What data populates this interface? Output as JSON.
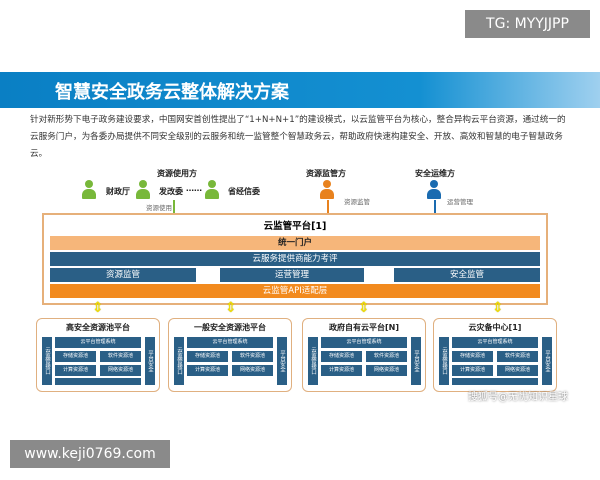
{
  "watermarks": {
    "tg": "TG: MYYJJPP",
    "site": "www.keji0769.com",
    "sohu": "搜狐号@无忧知识星球"
  },
  "title": "智慧安全政务云整体解决方案",
  "intro": "针对新形势下电子政务建设要求，中国网安首创性提出了“1+N+N+1”的建设模式，以云监管平台为核心，整合异构云平台资源，通过统一的云服务门户，为各委办局提供不同安全级别的云服务和统一监管整个智慧政务云，帮助政府快速构建安全、开放、高效和智慧的电子智慧政务云。",
  "roles": {
    "users": {
      "title": "资源使用方",
      "items": [
        "财政厅",
        "发改委",
        "……",
        "省经信委"
      ],
      "action": "资源使用",
      "color": "#78b83a"
    },
    "supervisor": {
      "title": "资源监管方",
      "action": "资源监管",
      "color": "#e8821e"
    },
    "ops": {
      "title": "安全运维方",
      "action": "运营管理",
      "color": "#1a6bb0"
    }
  },
  "platform": {
    "title": "云监管平台[1]",
    "portal": "统一门户",
    "eval": "云服务提供商能力考评",
    "modules": [
      "资源监管",
      "运营管理",
      "安全监管"
    ],
    "api": "云监管API适配层"
  },
  "pools": [
    {
      "title": "高安全资源池平台",
      "left": "云监管接口",
      "mgmt": "云平台管理系统",
      "cells": [
        "存储资源池",
        "软件资源池",
        "计算资源池",
        "网络资源池"
      ],
      "right": "平台安全",
      "extra": true
    },
    {
      "title": "一般安全资源池平台",
      "left": "云监管接口",
      "mgmt": "云平台管理系统",
      "cells": [
        "存储资源池",
        "软件资源池",
        "计算资源池",
        "网络资源池"
      ],
      "right": "平台安全",
      "extra": false
    },
    {
      "title": "政府自有云平台[N]",
      "left": "云监管接口",
      "mgmt": "云平台管理系统",
      "cells": [
        "存储资源池",
        "软件资源池",
        "计算资源池",
        "网络资源池"
      ],
      "right": "平台安全",
      "extra": false
    },
    {
      "title": "云灾备中心[1]",
      "left": "云监管接口",
      "mgmt": "云平台管理系统",
      "cells": [
        "存储资源池",
        "软件资源池",
        "计算资源池",
        "网络资源池"
      ],
      "right": "平台安全",
      "extra": true
    }
  ],
  "colors": {
    "band": "#0a7fc4",
    "dark": "#2a5f86",
    "orange": "#f28a1e",
    "light_orange": "#f6b67a"
  }
}
